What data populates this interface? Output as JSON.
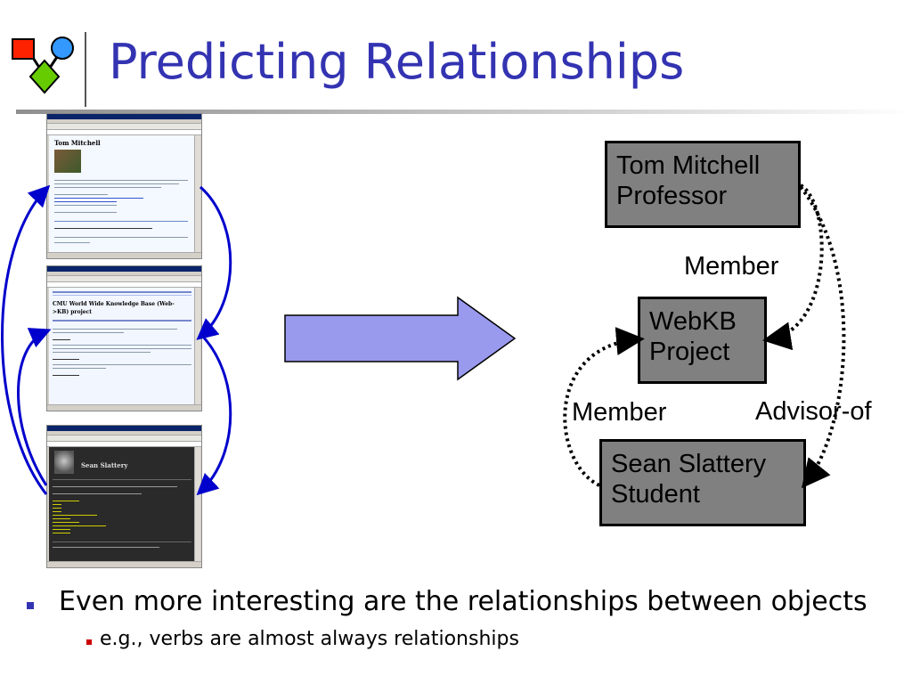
{
  "slide": {
    "title": "Predicting Relationships"
  },
  "screenshots": [
    {
      "heading": "Tom Mitchell"
    },
    {
      "heading": "CMU World Wide Knowledge Base (Web->KB) project"
    },
    {
      "heading": "Sean Slattery"
    }
  ],
  "diagram": {
    "nodes": [
      {
        "id": "tom",
        "line1": "Tom Mitchell",
        "line2": "Professor"
      },
      {
        "id": "webkb",
        "line1": "WebKB",
        "line2": "Project"
      },
      {
        "id": "sean",
        "line1": "Sean Slattery",
        "line2": "Student"
      }
    ],
    "edges": [
      {
        "from": "tom",
        "to": "webkb",
        "label": "Member"
      },
      {
        "from": "sean",
        "to": "webkb",
        "label": "Member"
      },
      {
        "from": "tom",
        "to": "sean",
        "label": "Advisor-of"
      }
    ],
    "colors": {
      "node_fill": "#808080",
      "arrow_fill": "#9999ee",
      "link_arrows": "#0000cc"
    }
  },
  "bullets": [
    {
      "text": "Even more interesting are the relationships between objects",
      "level": 1
    },
    {
      "text": "e.g., verbs are almost always relationships",
      "level": 2
    }
  ],
  "theme": {
    "title_color": "#3333b2",
    "bullet1_color": "#3333b2",
    "bullet2_color": "#cc0000"
  }
}
